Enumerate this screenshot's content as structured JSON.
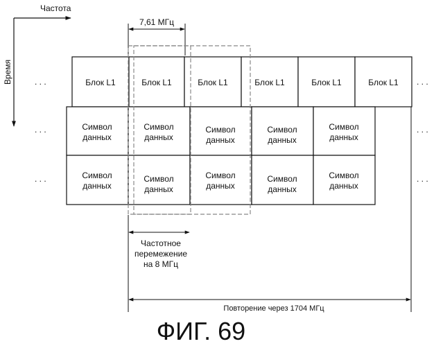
{
  "axes": {
    "frequency_label": "Частота",
    "time_label": "Время"
  },
  "bandwidth_label": "7,61 МГц",
  "ellipsis": ". . .",
  "l1_row": [
    "Блок L1",
    "Блок L1",
    "Блок L1",
    "Блок L1",
    "Блок L1",
    "Блок L1"
  ],
  "data_rows": [
    [
      {
        "line1": "Символ",
        "line2": "данных"
      },
      {
        "line1": "Символ",
        "line2": "данных"
      },
      {
        "line1": "Символ",
        "line2": "данных"
      },
      {
        "line1": "Символ",
        "line2": "данных"
      },
      {
        "line1": "Символ",
        "line2": "данных"
      }
    ],
    [
      {
        "line1": "Символ",
        "line2": "данных"
      },
      {
        "line1": "Символ",
        "line2": "данных"
      },
      {
        "line1": "Символ",
        "line2": "данных"
      },
      {
        "line1": "Символ",
        "line2": "данных"
      },
      {
        "line1": "Символ",
        "line2": "данных"
      }
    ]
  ],
  "interleave_label": {
    "line1": "Частотное",
    "line2": "перемежение",
    "line3": "на 8 МГц"
  },
  "repeat_label": "Повторение через 1704 МГц",
  "figure_caption": "ФИГ. 69"
}
